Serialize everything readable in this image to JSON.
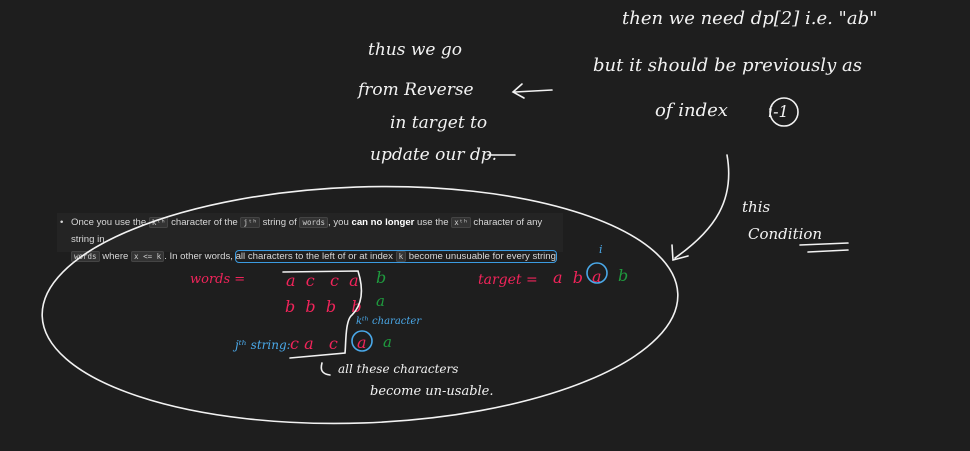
{
  "notes_top": {
    "line1": "then we need dp[2] i.e. \"ab\"",
    "line2": "but it should be previously as",
    "line3_a": "of index",
    "line3_circled": "i-1"
  },
  "notes_left": [
    "thus we go",
    "from Reverse",
    "in target to",
    "update our dp."
  ],
  "notes_right": [
    "this",
    "Condition"
  ],
  "problem_text": {
    "p1": "Once you use the ",
    "k_th": "kᵗʰ",
    "p2": " character of the ",
    "j_th": "jᵗʰ",
    "p3": " string of ",
    "words": "words",
    "p4": ", you ",
    "bold": "can no longer",
    "p5": " use the ",
    "x_th": "xᵗʰ",
    "p6": " character of any string in",
    "words2": "words",
    "p7": " where ",
    "cond": "x <= k",
    "p8": ". In other words, ",
    "hl1": "all characters to the left of or at index ",
    "k": "k",
    "hl2": " become unusuable for every string"
  },
  "diagram": {
    "words_label": "words =",
    "row1": [
      "a",
      "c",
      "c",
      "a"
    ],
    "row1_extra": "b",
    "row2": [
      "b",
      "b",
      "b",
      "b"
    ],
    "row2_extra": "a",
    "row3_label": "jᵗʰ string:",
    "row3": [
      "c",
      "a",
      "c"
    ],
    "row3_circled": "a",
    "row3_extra": "a",
    "kth_label": "kᵗʰ character",
    "target_label": "target =",
    "target": [
      "a",
      "b"
    ],
    "target_circled": "a",
    "target_extra": "b",
    "i_label": "i",
    "note": [
      "all these characters",
      "become un-usable."
    ]
  },
  "colors": {
    "pink": "#f0245a",
    "green": "#1f9a3e",
    "blue": "#4aa8e8",
    "ink": "#f2f2f2"
  }
}
